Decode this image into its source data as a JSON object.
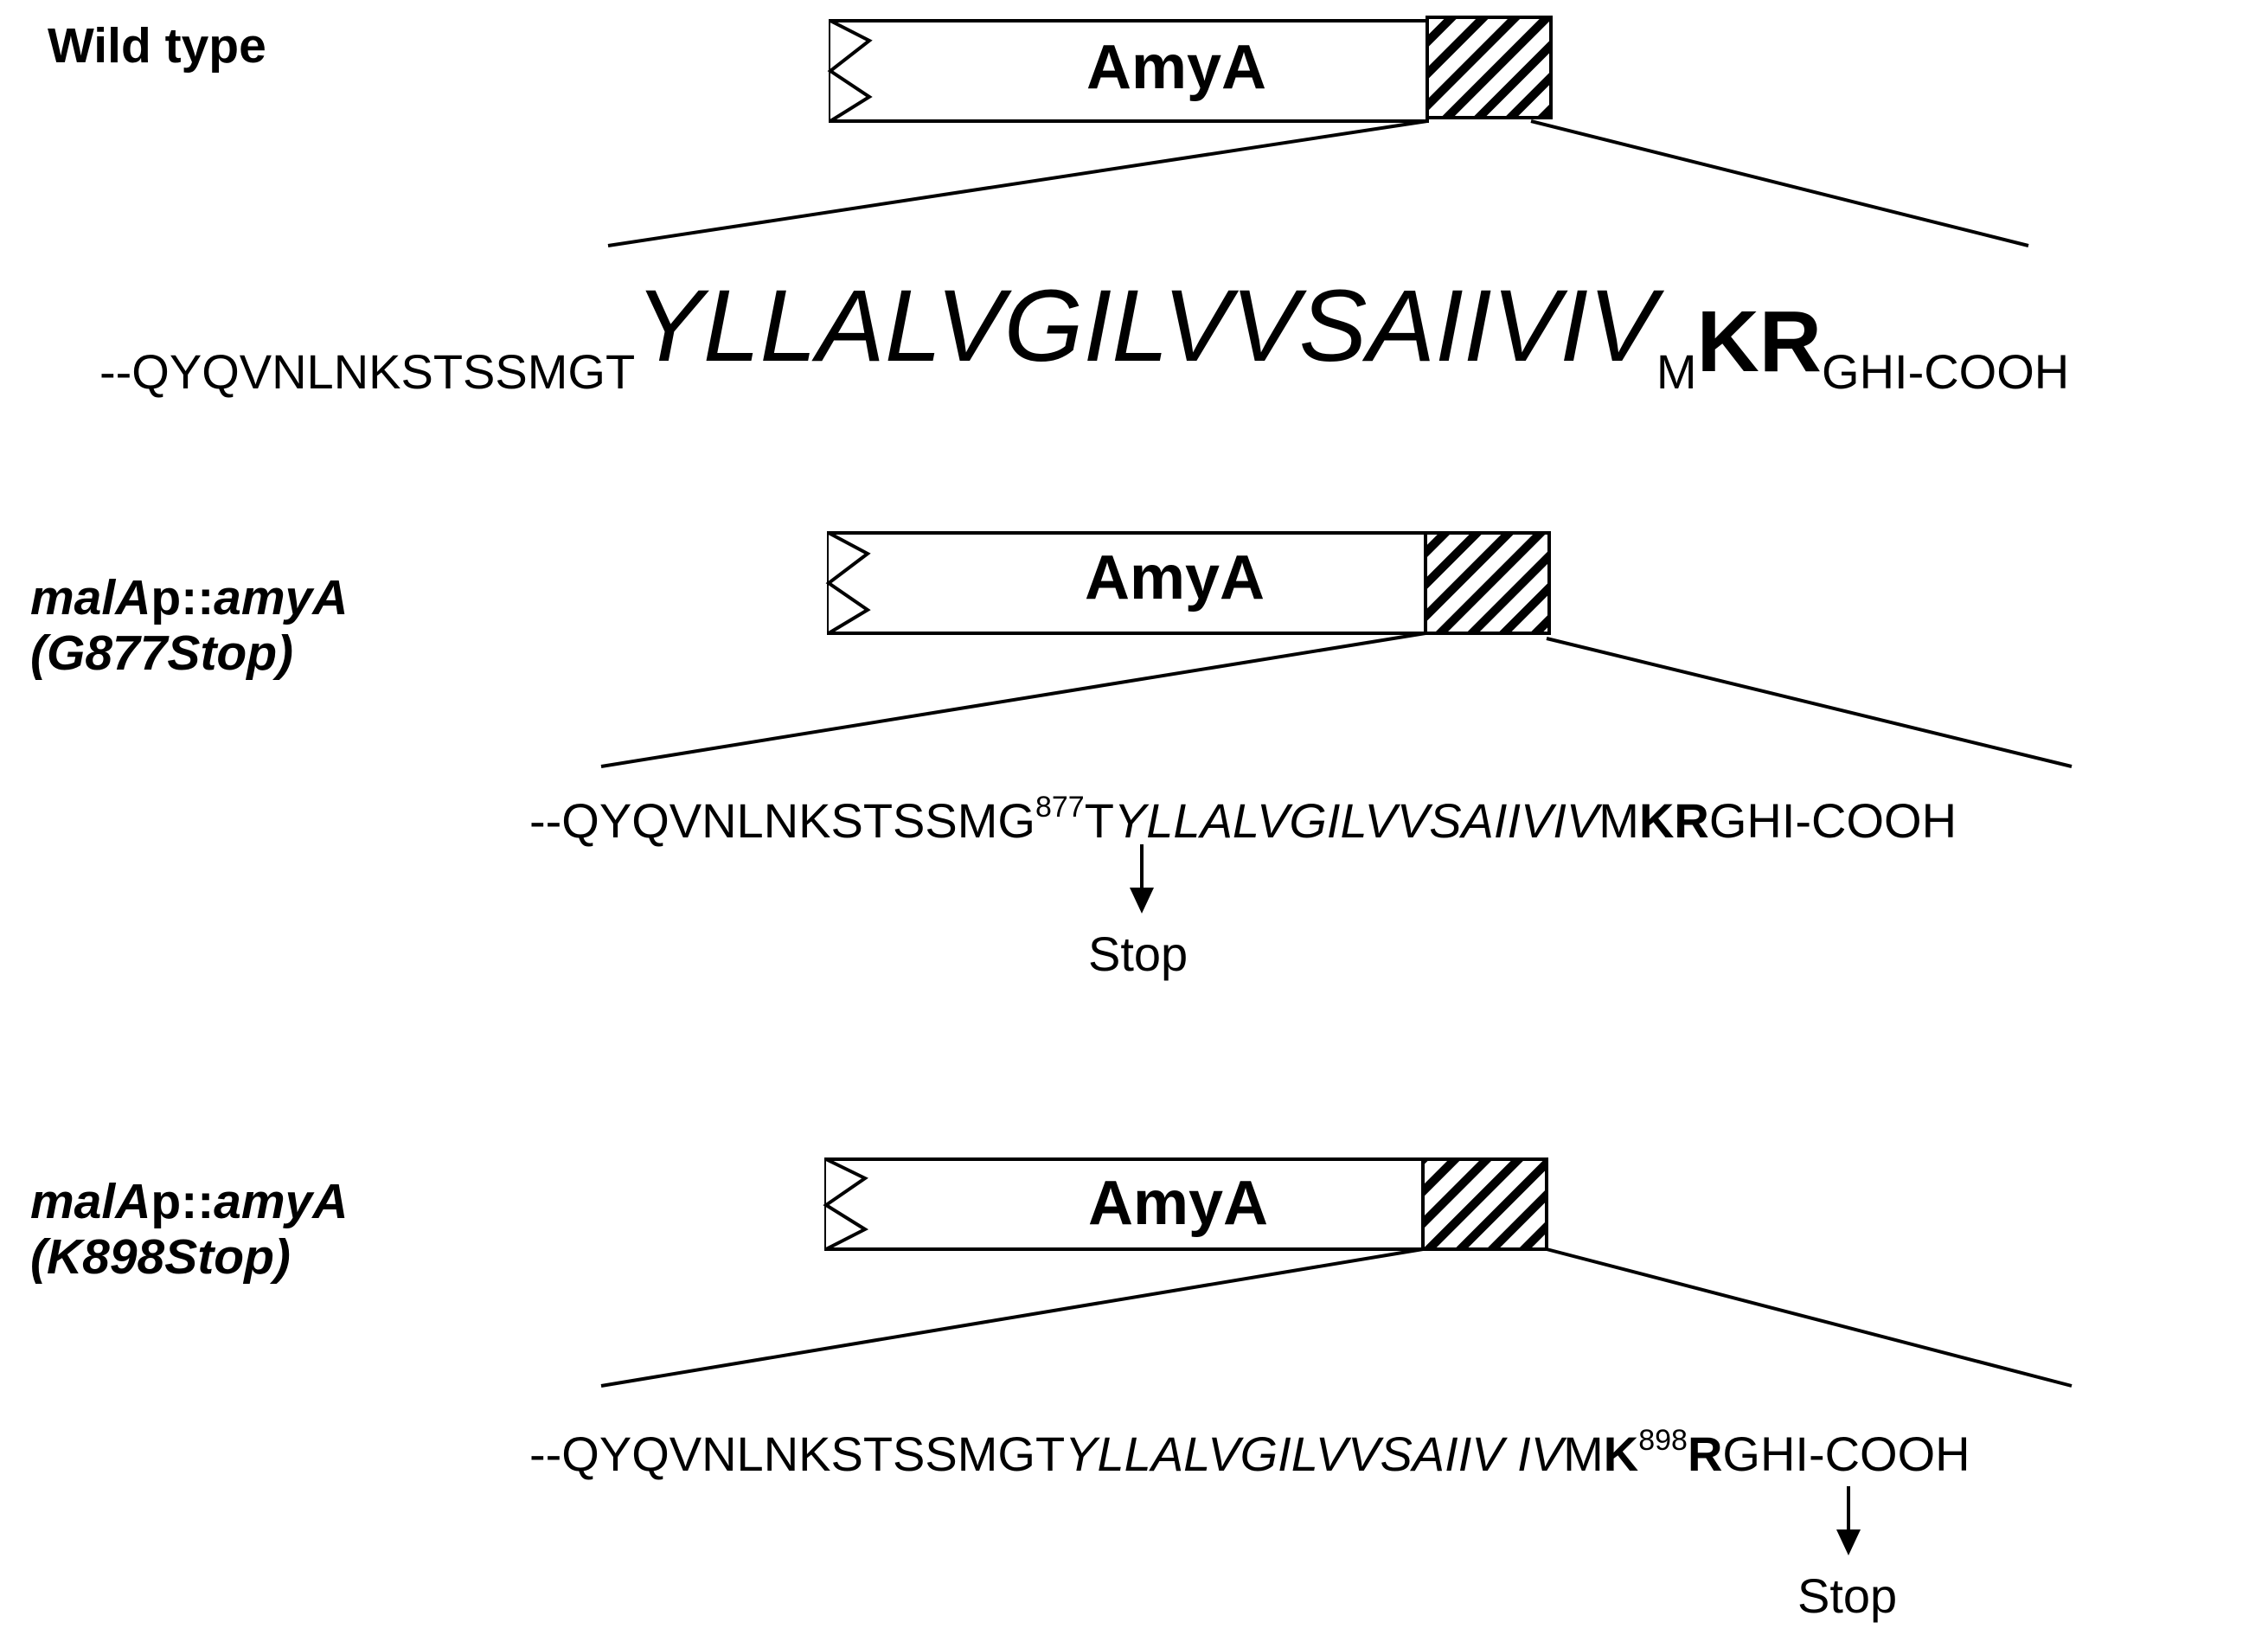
{
  "panels": [
    {
      "label": "Wild type",
      "box_label": "AmyA",
      "seq_prefix": "--QYQVNLNKSTSSMGT",
      "seq_tm": "YLLALVGILVVSAIIVIV",
      "seq_m": "M",
      "seq_kr": "KR",
      "seq_suffix": "GHI-COOH"
    },
    {
      "label_part1": "malA",
      "label_part2": "p::",
      "label_part3": "amyA",
      "label_line2": "(G877Stop)",
      "box_label": "AmyA",
      "seq_prefix": "--QYQVNLNKSTSSMG",
      "sup": "877",
      "seq_t": "T",
      "seq_tm": "YLLALVGILVVSAIIVIV",
      "seq_m": "M",
      "seq_kr": "KR",
      "seq_suffix": "GHI-COOH",
      "stop": "Stop"
    },
    {
      "label_part1": "malA",
      "label_part2": "p::",
      "label_part3": "amyA",
      "label_line2": "(K898Stop)",
      "box_label": "AmyA",
      "seq_prefix": "--QYQVNLNKSTSSMGT",
      "seq_tm": "YLLALVGILVVSAIIV IV",
      "seq_m": "M",
      "seq_k": "K",
      "sup": "898",
      "seq_r": "R",
      "seq_suffix": "GHI-COOH",
      "stop": "Stop"
    }
  ]
}
